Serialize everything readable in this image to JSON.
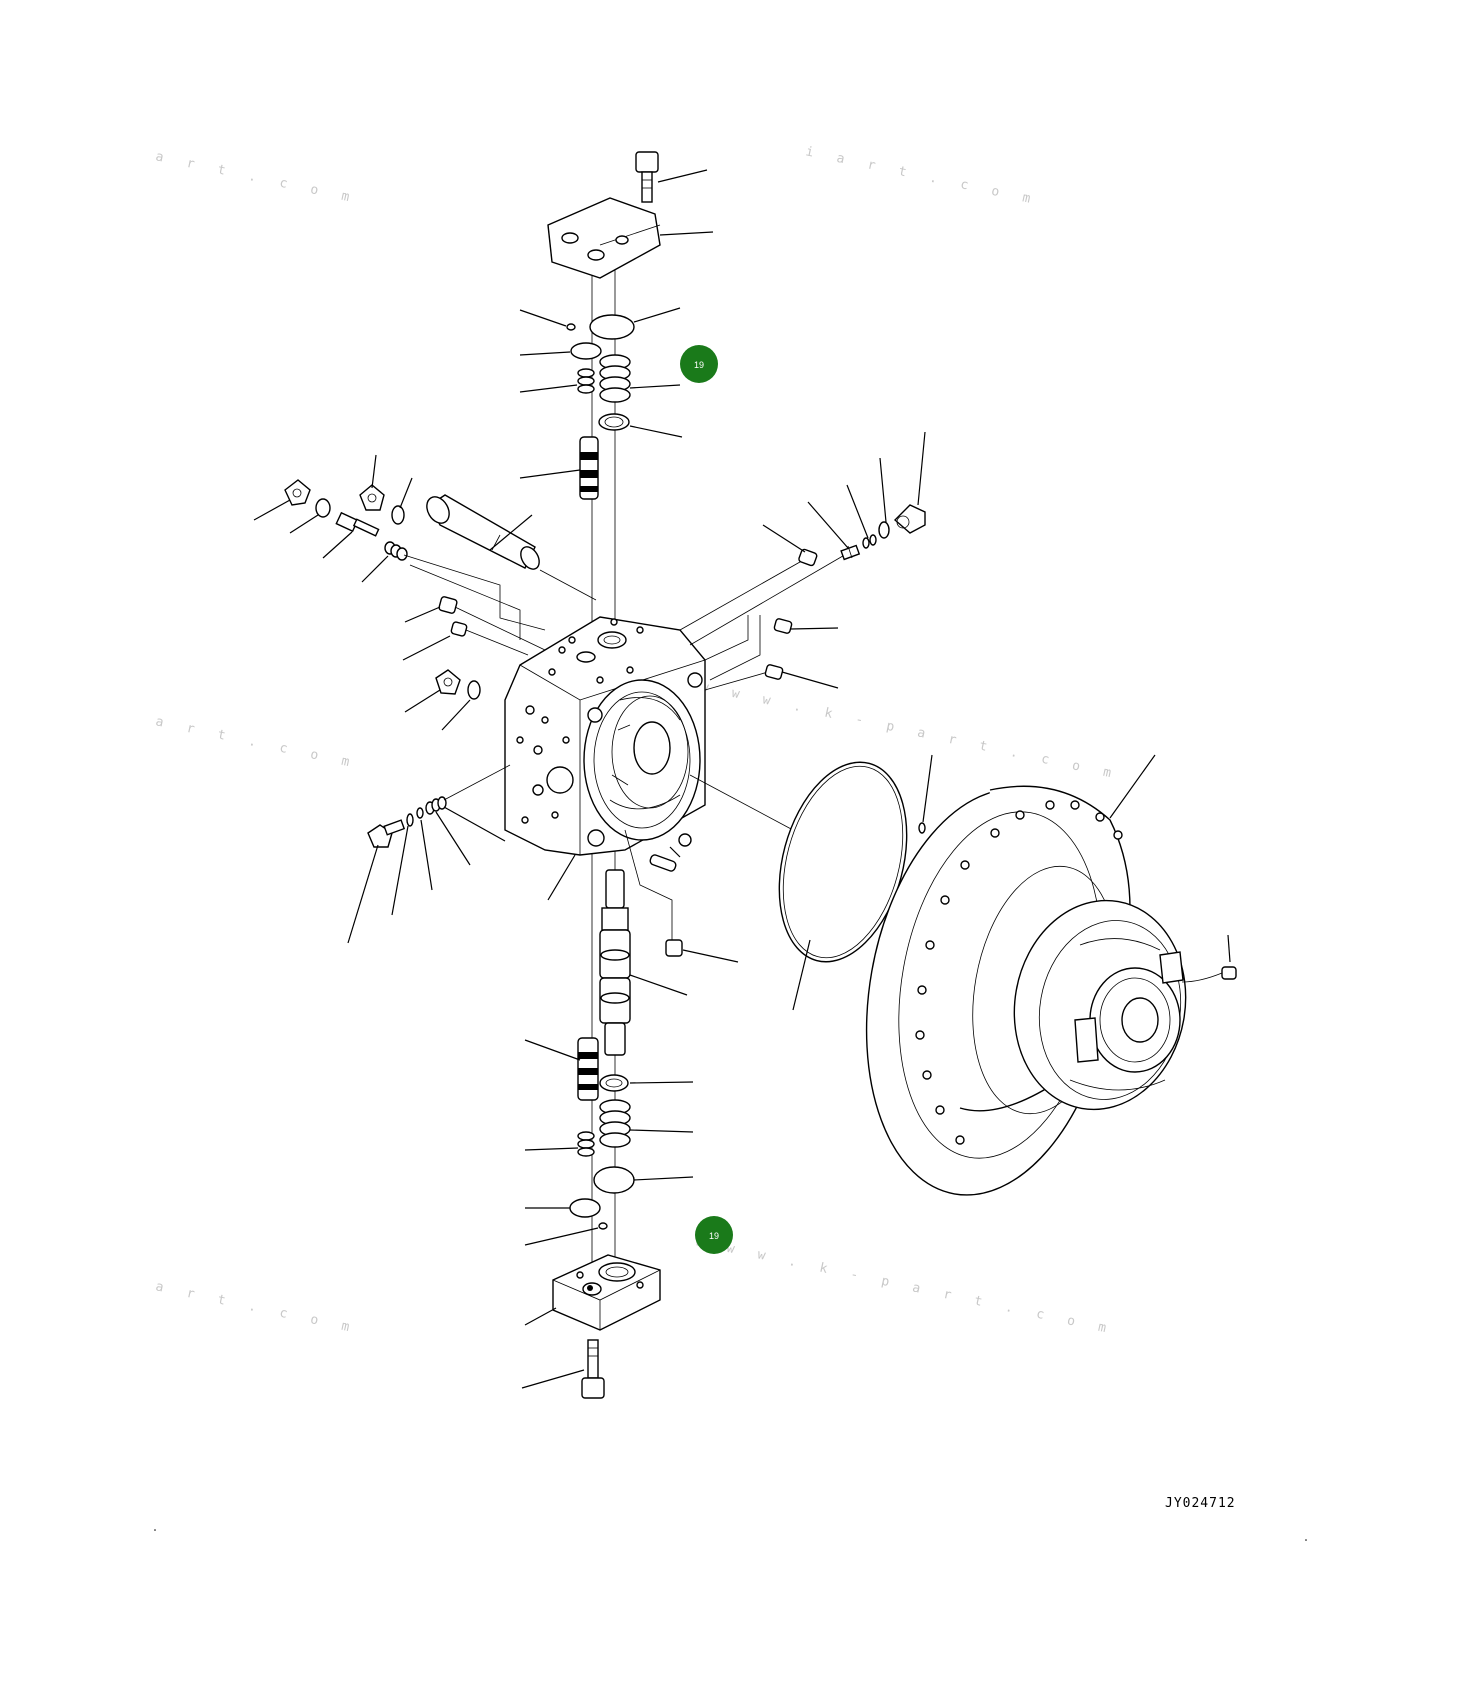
{
  "drawing": {
    "reference_code": "JY024712",
    "callout_color": "#1a7a1a",
    "callouts": [
      {
        "label": "19"
      },
      {
        "label": "19"
      }
    ],
    "watermarks": [
      "a r t . c o m",
      "i a r t . c o m",
      "a r t . c o m",
      "w w w . k - p a r t . c o m",
      "a r t . c o m",
      "w w w . k - p a r t . c o m"
    ]
  }
}
